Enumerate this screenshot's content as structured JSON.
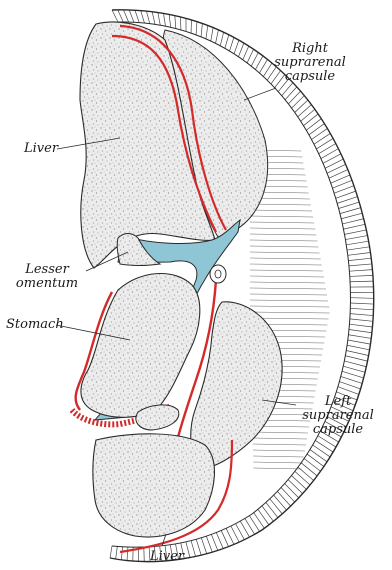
{
  "colors": {
    "background": "#ffffff",
    "tissue_fill": "#ececec",
    "tissue_speckle": "#9a9a9a",
    "outline": "#2a2a2a",
    "peritoneum_red": "#d42a2a",
    "omental_bursa_blue": "#8fc6d6",
    "hatching": "#444444"
  },
  "labels": {
    "right_suprarenal_line1": "Right",
    "right_suprarenal_line2": "suprarenal",
    "right_suprarenal_line3": "capsule",
    "liver_upper": "Liver",
    "lesser_omentum_line1": "Lesser",
    "lesser_omentum_line2": "omentum",
    "stomach": "Stomach",
    "left_suprarenal_line1": "Left",
    "left_suprarenal_line2": "suprarenal",
    "left_suprarenal_line3": "capsule",
    "liver_lower": "Liver"
  }
}
